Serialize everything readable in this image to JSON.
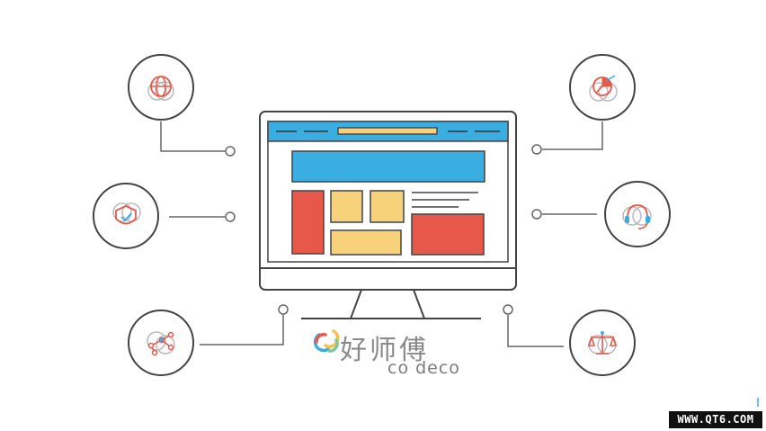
{
  "brand": {
    "name_cn": "好师傅",
    "name_en": "co deco",
    "logo": "chain-link-logo"
  },
  "watermark": "WWW.QT6.COM",
  "icons": [
    {
      "name": "globe-icon"
    },
    {
      "name": "shield-check-icon"
    },
    {
      "name": "network-nodes-icon"
    },
    {
      "name": "pie-chart-icon"
    },
    {
      "name": "headset-icon"
    },
    {
      "name": "scale-icon"
    }
  ],
  "colors": {
    "outline": "#444444",
    "blue": "#3aaee0",
    "red": "#e8584a",
    "yellow": "#f8d27a",
    "gray_line": "#666666"
  }
}
